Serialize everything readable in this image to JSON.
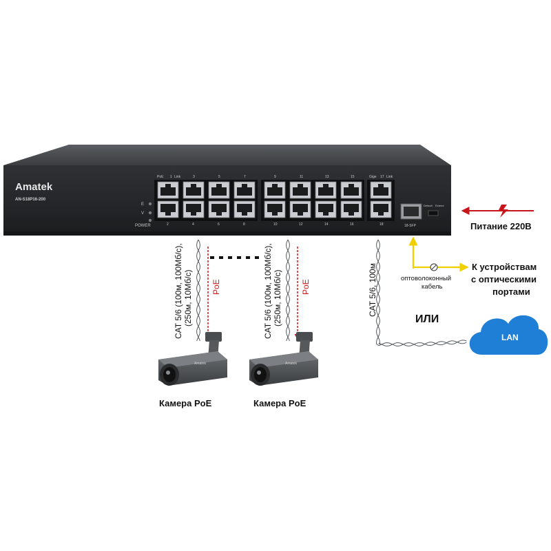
{
  "device": {
    "brand": "Amatek",
    "model": "AN-S18P16-200",
    "led_e": "E",
    "led_v": "V",
    "led_power": "POWER",
    "label_poe": "PoE",
    "label_link": "Link",
    "label_gige": "Gige",
    "label_sfp": "18-SFP",
    "label_default": "Default",
    "label_extend": "Extend",
    "top_ports": [
      "1",
      "3",
      "5",
      "7",
      "9",
      "11",
      "13",
      "15",
      "17"
    ],
    "bottom_ports": [
      "2",
      "4",
      "6",
      "8",
      "10",
      "12",
      "14",
      "16",
      "18"
    ]
  },
  "power": {
    "label": "Питание 220В",
    "color": "#c8151b"
  },
  "fiber": {
    "cable_label_line1": "оптоволоконный",
    "cable_label_line2": "кабель",
    "target_line1": "К устройствам",
    "target_line2": "с оптическими",
    "target_line3": "портами",
    "color": "#f0d000"
  },
  "or_label": "ИЛИ",
  "lan": {
    "label": "LAN",
    "color": "#1f7fd6"
  },
  "uplink_cable": {
    "label": "CAT 5/6, 100м"
  },
  "cameras": [
    {
      "cable_line1": "CAT 5/6 (100м, 100Мб/с),",
      "cable_line2": "(250м, 10Мб/с)",
      "poe": "PoE",
      "caption": "Камера PoE"
    },
    {
      "cable_line1": "CAT 5/6 (100м, 100Мб/с),",
      "cable_line2": "(250м, 10Мб/с)",
      "poe": "PoE",
      "caption": "Камера PoE"
    }
  ],
  "poe_color": "#d01818"
}
